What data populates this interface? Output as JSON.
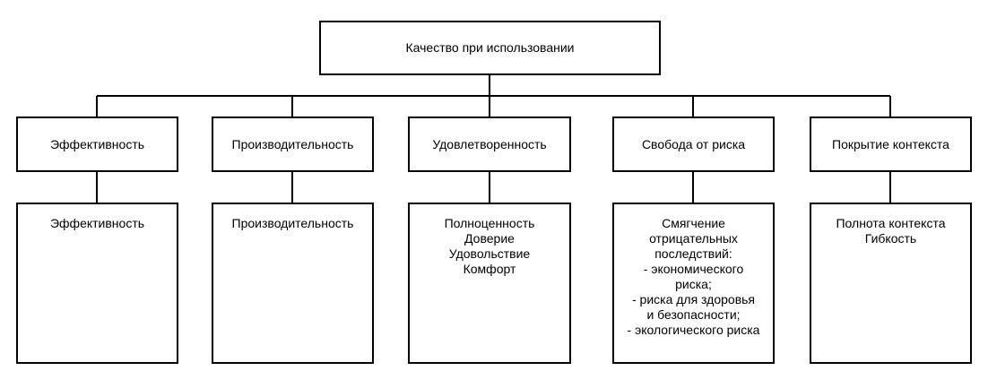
{
  "diagram": {
    "root": {
      "label": "Качество при использовании"
    },
    "categories": [
      {
        "label": "Эффективность",
        "details": [
          "Эффективность"
        ]
      },
      {
        "label": "Производительность",
        "details": [
          "Производительность"
        ]
      },
      {
        "label": "Удовлетворенность",
        "details": [
          "Полноценность",
          "Доверие",
          "Удовольствие",
          "Комфорт"
        ]
      },
      {
        "label": "Свобода от риска",
        "details": [
          "Смягчение",
          "отрицательных",
          "последствий:",
          "- экономического",
          "риска;",
          "- риска для здоровья",
          "и безопасности;",
          "- экологического риска"
        ]
      },
      {
        "label": "Покрытие контекста",
        "details": [
          "Полнота контекста",
          "Гибкость"
        ]
      }
    ]
  },
  "colors": {
    "line": "#000000",
    "box_fill": "#ffffff",
    "text": "#000000"
  }
}
